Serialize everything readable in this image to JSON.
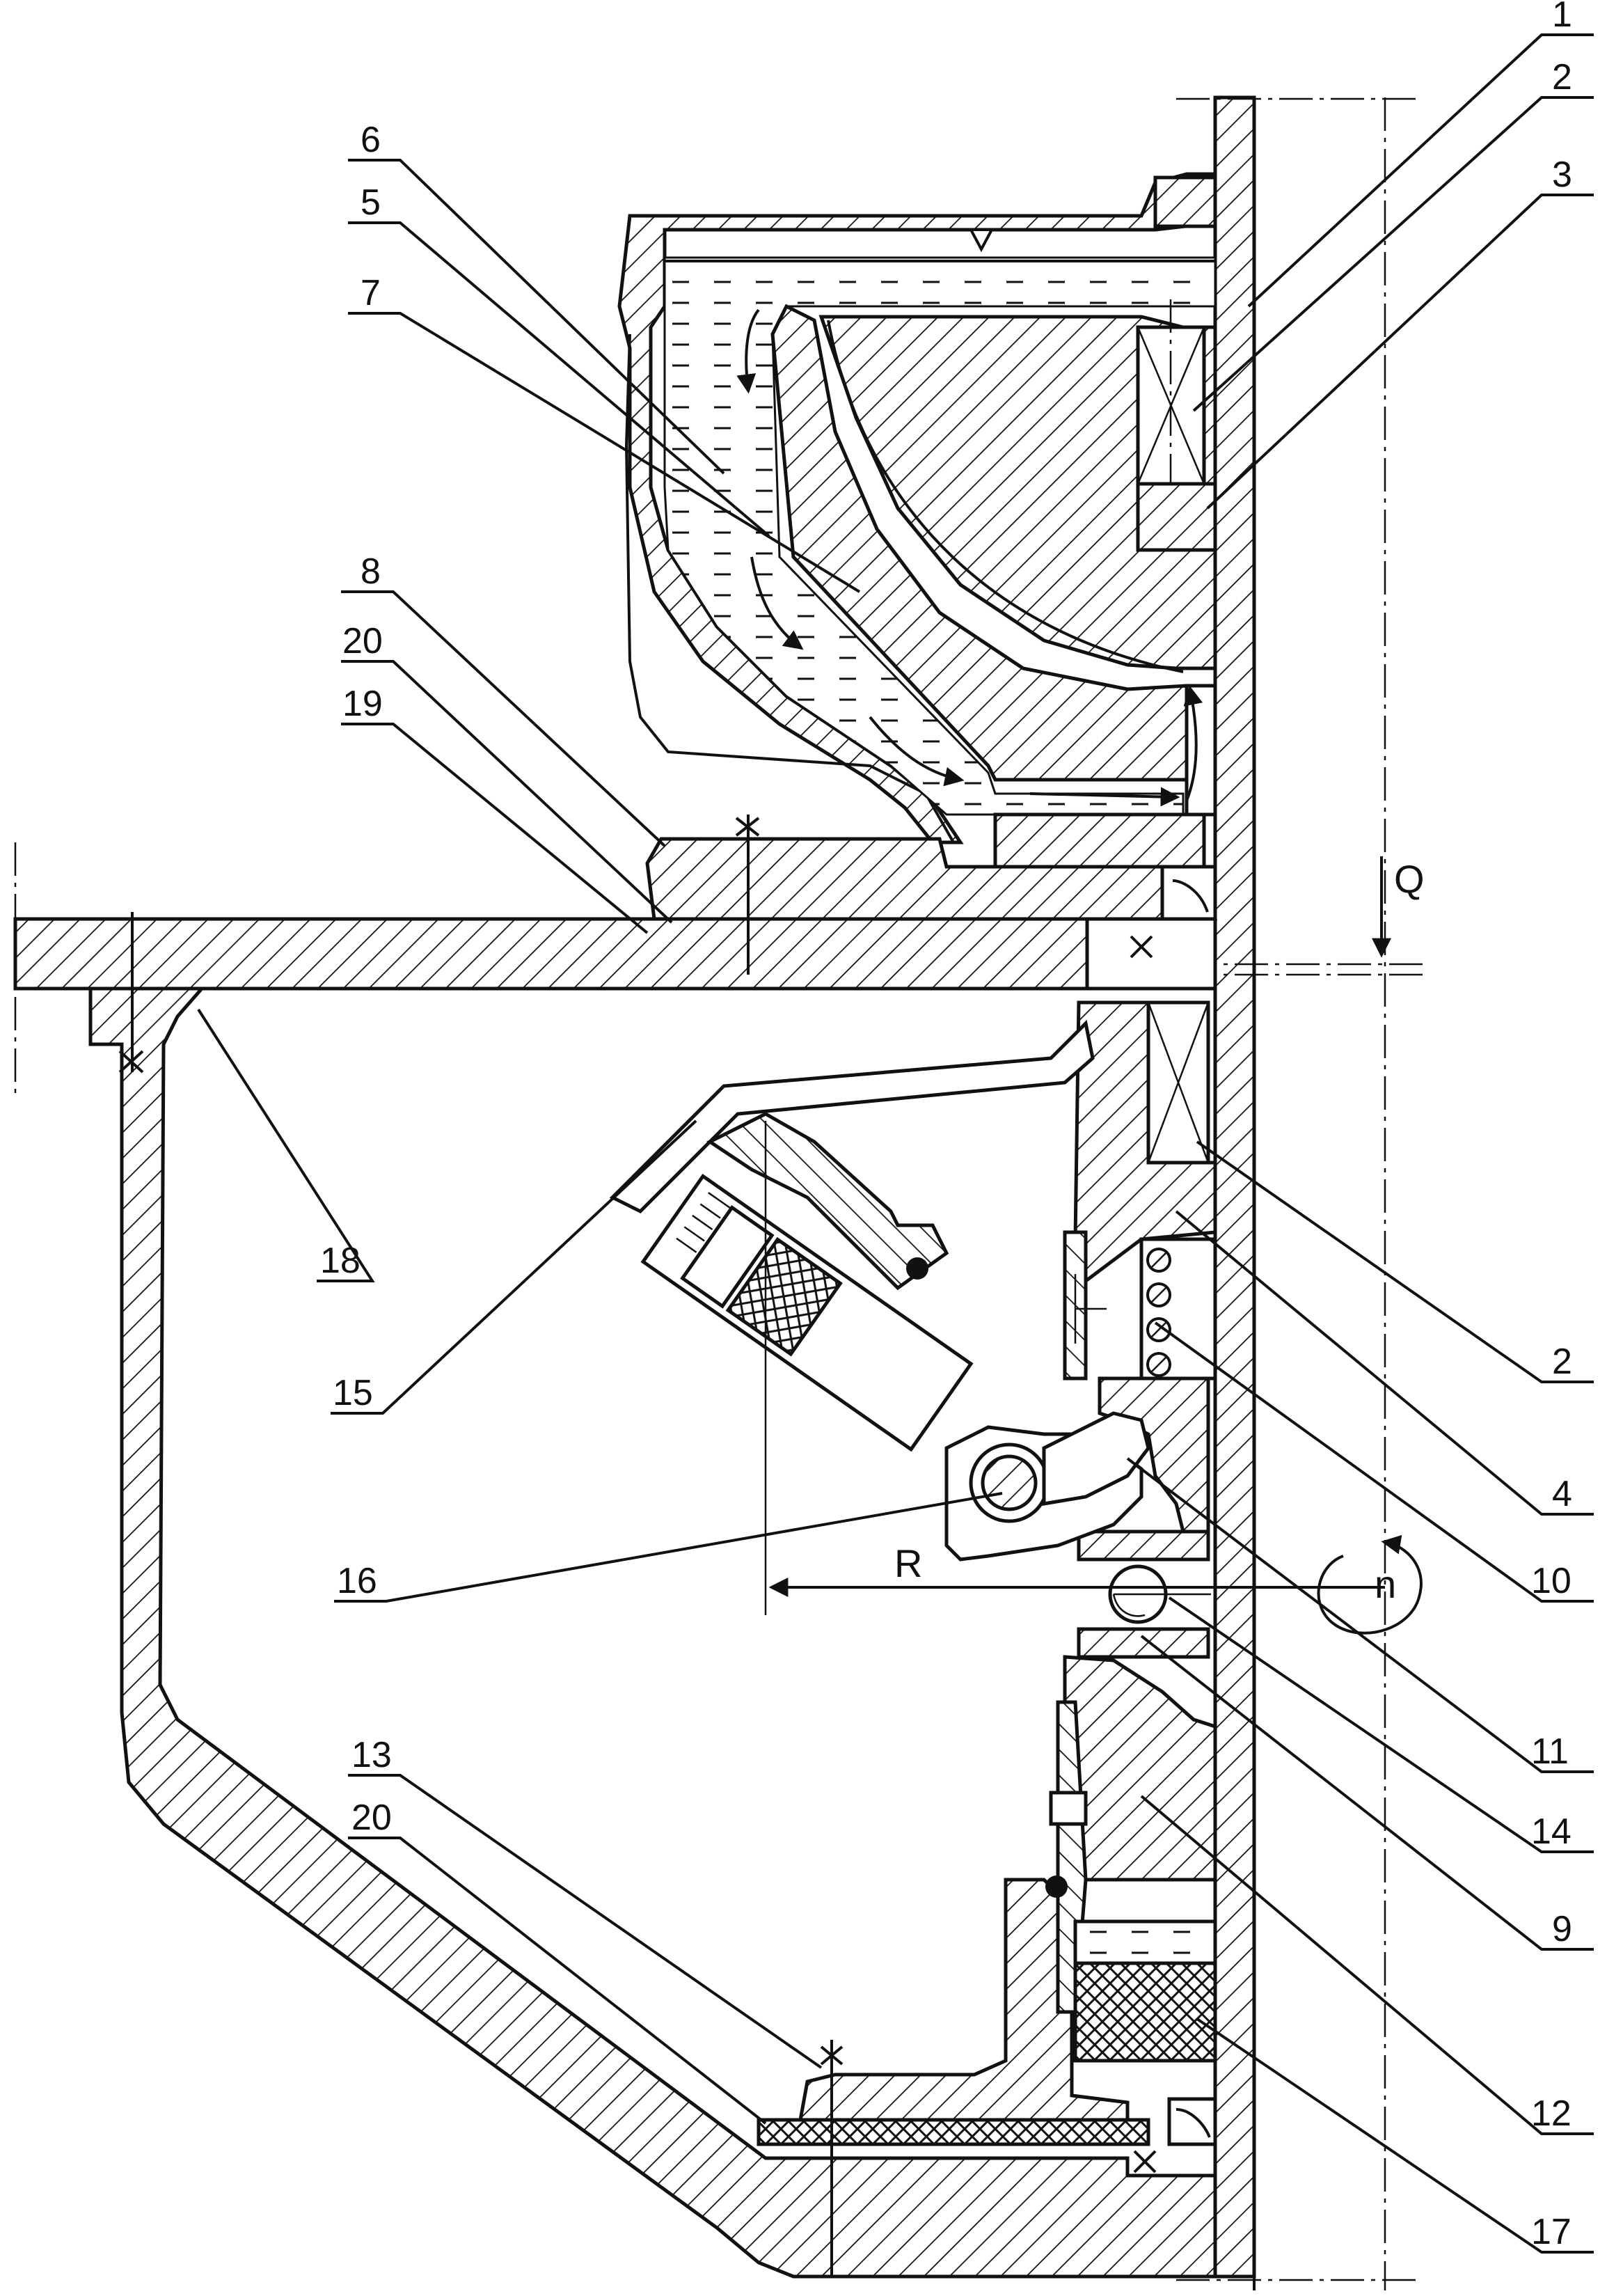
{
  "symbols": {
    "flow": "Q",
    "radius": "R",
    "speed": "n"
  },
  "callouts": [
    {
      "id": "1",
      "label": "1"
    },
    {
      "id": "2a",
      "label": "2"
    },
    {
      "id": "3",
      "label": "3"
    },
    {
      "id": "6",
      "label": "6"
    },
    {
      "id": "5",
      "label": "5"
    },
    {
      "id": "7",
      "label": "7"
    },
    {
      "id": "8",
      "label": "8"
    },
    {
      "id": "20a",
      "label": "20"
    },
    {
      "id": "19",
      "label": "19"
    },
    {
      "id": "18",
      "label": "18"
    },
    {
      "id": "15",
      "label": "15"
    },
    {
      "id": "16",
      "label": "16"
    },
    {
      "id": "13",
      "label": "13"
    },
    {
      "id": "20b",
      "label": "20"
    },
    {
      "id": "2b",
      "label": "2"
    },
    {
      "id": "4",
      "label": "4"
    },
    {
      "id": "10",
      "label": "10"
    },
    {
      "id": "11",
      "label": "11"
    },
    {
      "id": "14",
      "label": "14"
    },
    {
      "id": "9",
      "label": "9"
    },
    {
      "id": "12",
      "label": "12"
    },
    {
      "id": "17",
      "label": "17"
    }
  ]
}
